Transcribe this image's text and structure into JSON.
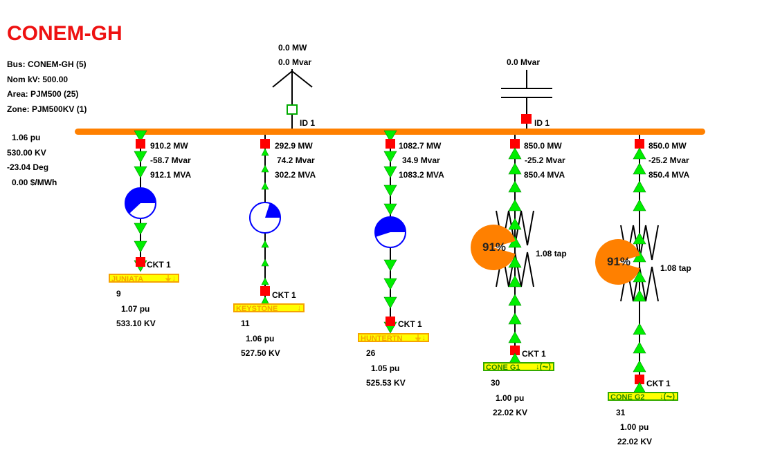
{
  "title": "CONEM-GH",
  "bus_info": {
    "bus": "Bus: CONEM-GH (5)",
    "nom_kv": "Nom kV: 500.00",
    "area": "Area: PJM500 (25)",
    "zone": "Zone: PJM500KV (1)"
  },
  "bus_state": {
    "pu": "1.06 pu",
    "kv": "530.00 KV",
    "angle": "-23.04 Deg",
    "price": "0.00 $/MWh"
  },
  "colors": {
    "bus": "#ff8000",
    "title": "#ee1111",
    "breaker_closed": "#ff0000",
    "breaker_open": "#00aa00",
    "flow_arrow": "#00ee00",
    "gauge": "#0000ff",
    "xfmr_gauge": "#ff8000"
  },
  "load": {
    "mw": "0.0 MW",
    "mvar": "0.0 Mvar",
    "id": "ID 1"
  },
  "shunt": {
    "mvar": "0.0 Mvar",
    "id": "ID  1"
  },
  "branches": [
    {
      "mw": "910.2 MW",
      "mvar": "-58.7 Mvar",
      "mva": "912.1 MVA",
      "ckt": "CKT 1",
      "loading_pct": 62,
      "to_bus": "JUNIATA",
      "to_bus_kind": "load",
      "icon": "load-arrows-icon",
      "icon_glyph": "⏚↓",
      "bus_num": "9",
      "pu": "1.07 pu",
      "kv": "533.10 KV"
    },
    {
      "mw": "292.9 MW",
      "mvar": "74.2 Mvar",
      "mva": "302.2 MVA",
      "ckt": "CKT 1",
      "loading_pct": 20,
      "to_bus": "KEYSTONE",
      "to_bus_kind": "load",
      "icon": "load-arrow-icon",
      "icon_glyph": "↓",
      "bus_num": "11",
      "pu": "1.06 pu",
      "kv": "527.50 KV"
    },
    {
      "mw": "1082.7 MW",
      "mvar": "34.9 Mvar",
      "mva": "1083.2 MVA",
      "ckt": "CKT 1",
      "loading_pct": 55,
      "to_bus": "HUNTERTN",
      "to_bus_kind": "load",
      "icon": "load-arrows-icon",
      "icon_glyph": "⏚↓",
      "bus_num": "26",
      "pu": "1.05 pu",
      "kv": "525.53 KV"
    },
    {
      "mw": "850.0 MW",
      "mvar": "-25.2 Mvar",
      "mva": "850.4 MVA",
      "ckt": "CKT 1",
      "loading_pct": 91,
      "loading_label": "91%",
      "tap": "1.08 tap",
      "to_bus": "CONE G1",
      "to_bus_kind": "gen",
      "icon": "generator-icon",
      "icon_glyph": "↓(⏦)",
      "bus_num": "30",
      "pu": "1.00 pu",
      "kv": "22.02 KV"
    },
    {
      "mw": "850.0 MW",
      "mvar": "-25.2 Mvar",
      "mva": "850.4 MVA",
      "ckt": "CKT 1",
      "loading_pct": 91,
      "loading_label": "91%",
      "tap": "1.08 tap",
      "to_bus": "CONE G2",
      "to_bus_kind": "gen",
      "icon": "generator-icon",
      "icon_glyph": "↓(⏦)",
      "bus_num": "31",
      "pu": "1.00 pu",
      "kv": "22.02 KV"
    }
  ]
}
